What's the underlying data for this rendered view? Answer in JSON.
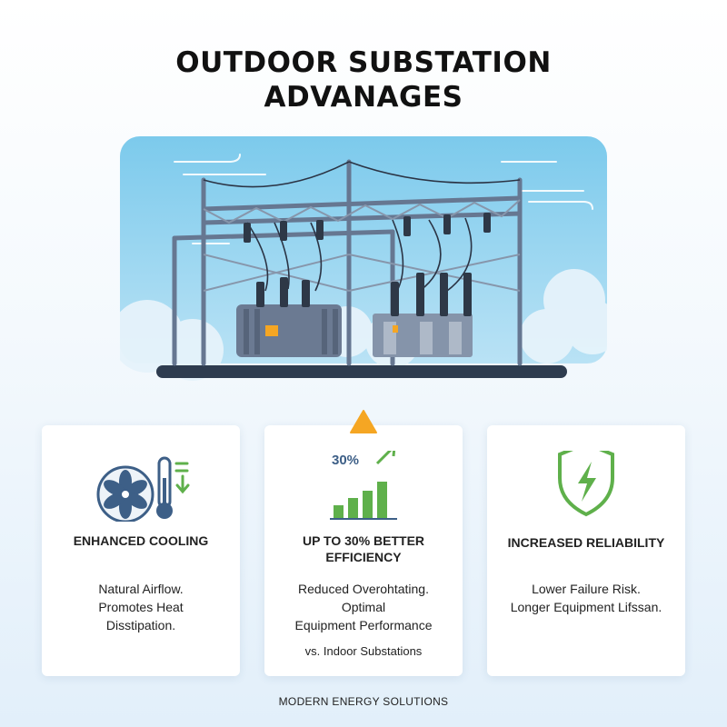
{
  "title": {
    "line1": "OUTDOOR SUBSTATION",
    "line2": "ADVANAGES"
  },
  "cards": [
    {
      "heading": "ENHANCED COOLING",
      "body": [
        "Natural Airflow.",
        "Promotes Heat",
        "Disstipation."
      ],
      "icons": [
        "fan-icon",
        "thermometer-icon",
        "arrow-down-icon"
      ]
    },
    {
      "heading_lines": [
        "UP TO 30% BETTER",
        "EFFICIENCY"
      ],
      "chart_label": "30%",
      "body": [
        "Reduced Overohtating.",
        "Optimal",
        "Equipment Performance"
      ],
      "note": "vs. Indoor Substations",
      "icons": [
        "bar-growth-icon",
        "warning-icon"
      ]
    },
    {
      "heading": "INCREASED RELIABILITY",
      "body": [
        "Lower Failure Risk.",
        "Longer Equipment Lifssan."
      ],
      "icons": [
        "shield-lightning-icon"
      ]
    }
  ],
  "footer": "MODERN ENERGY SOLUTIONS",
  "colors": {
    "sky": "#8fd0ee",
    "steel": "#6c7c92",
    "accent_green": "#5fb04b",
    "accent_orange": "#f5a623",
    "icon_blue": "#3d5f87"
  }
}
